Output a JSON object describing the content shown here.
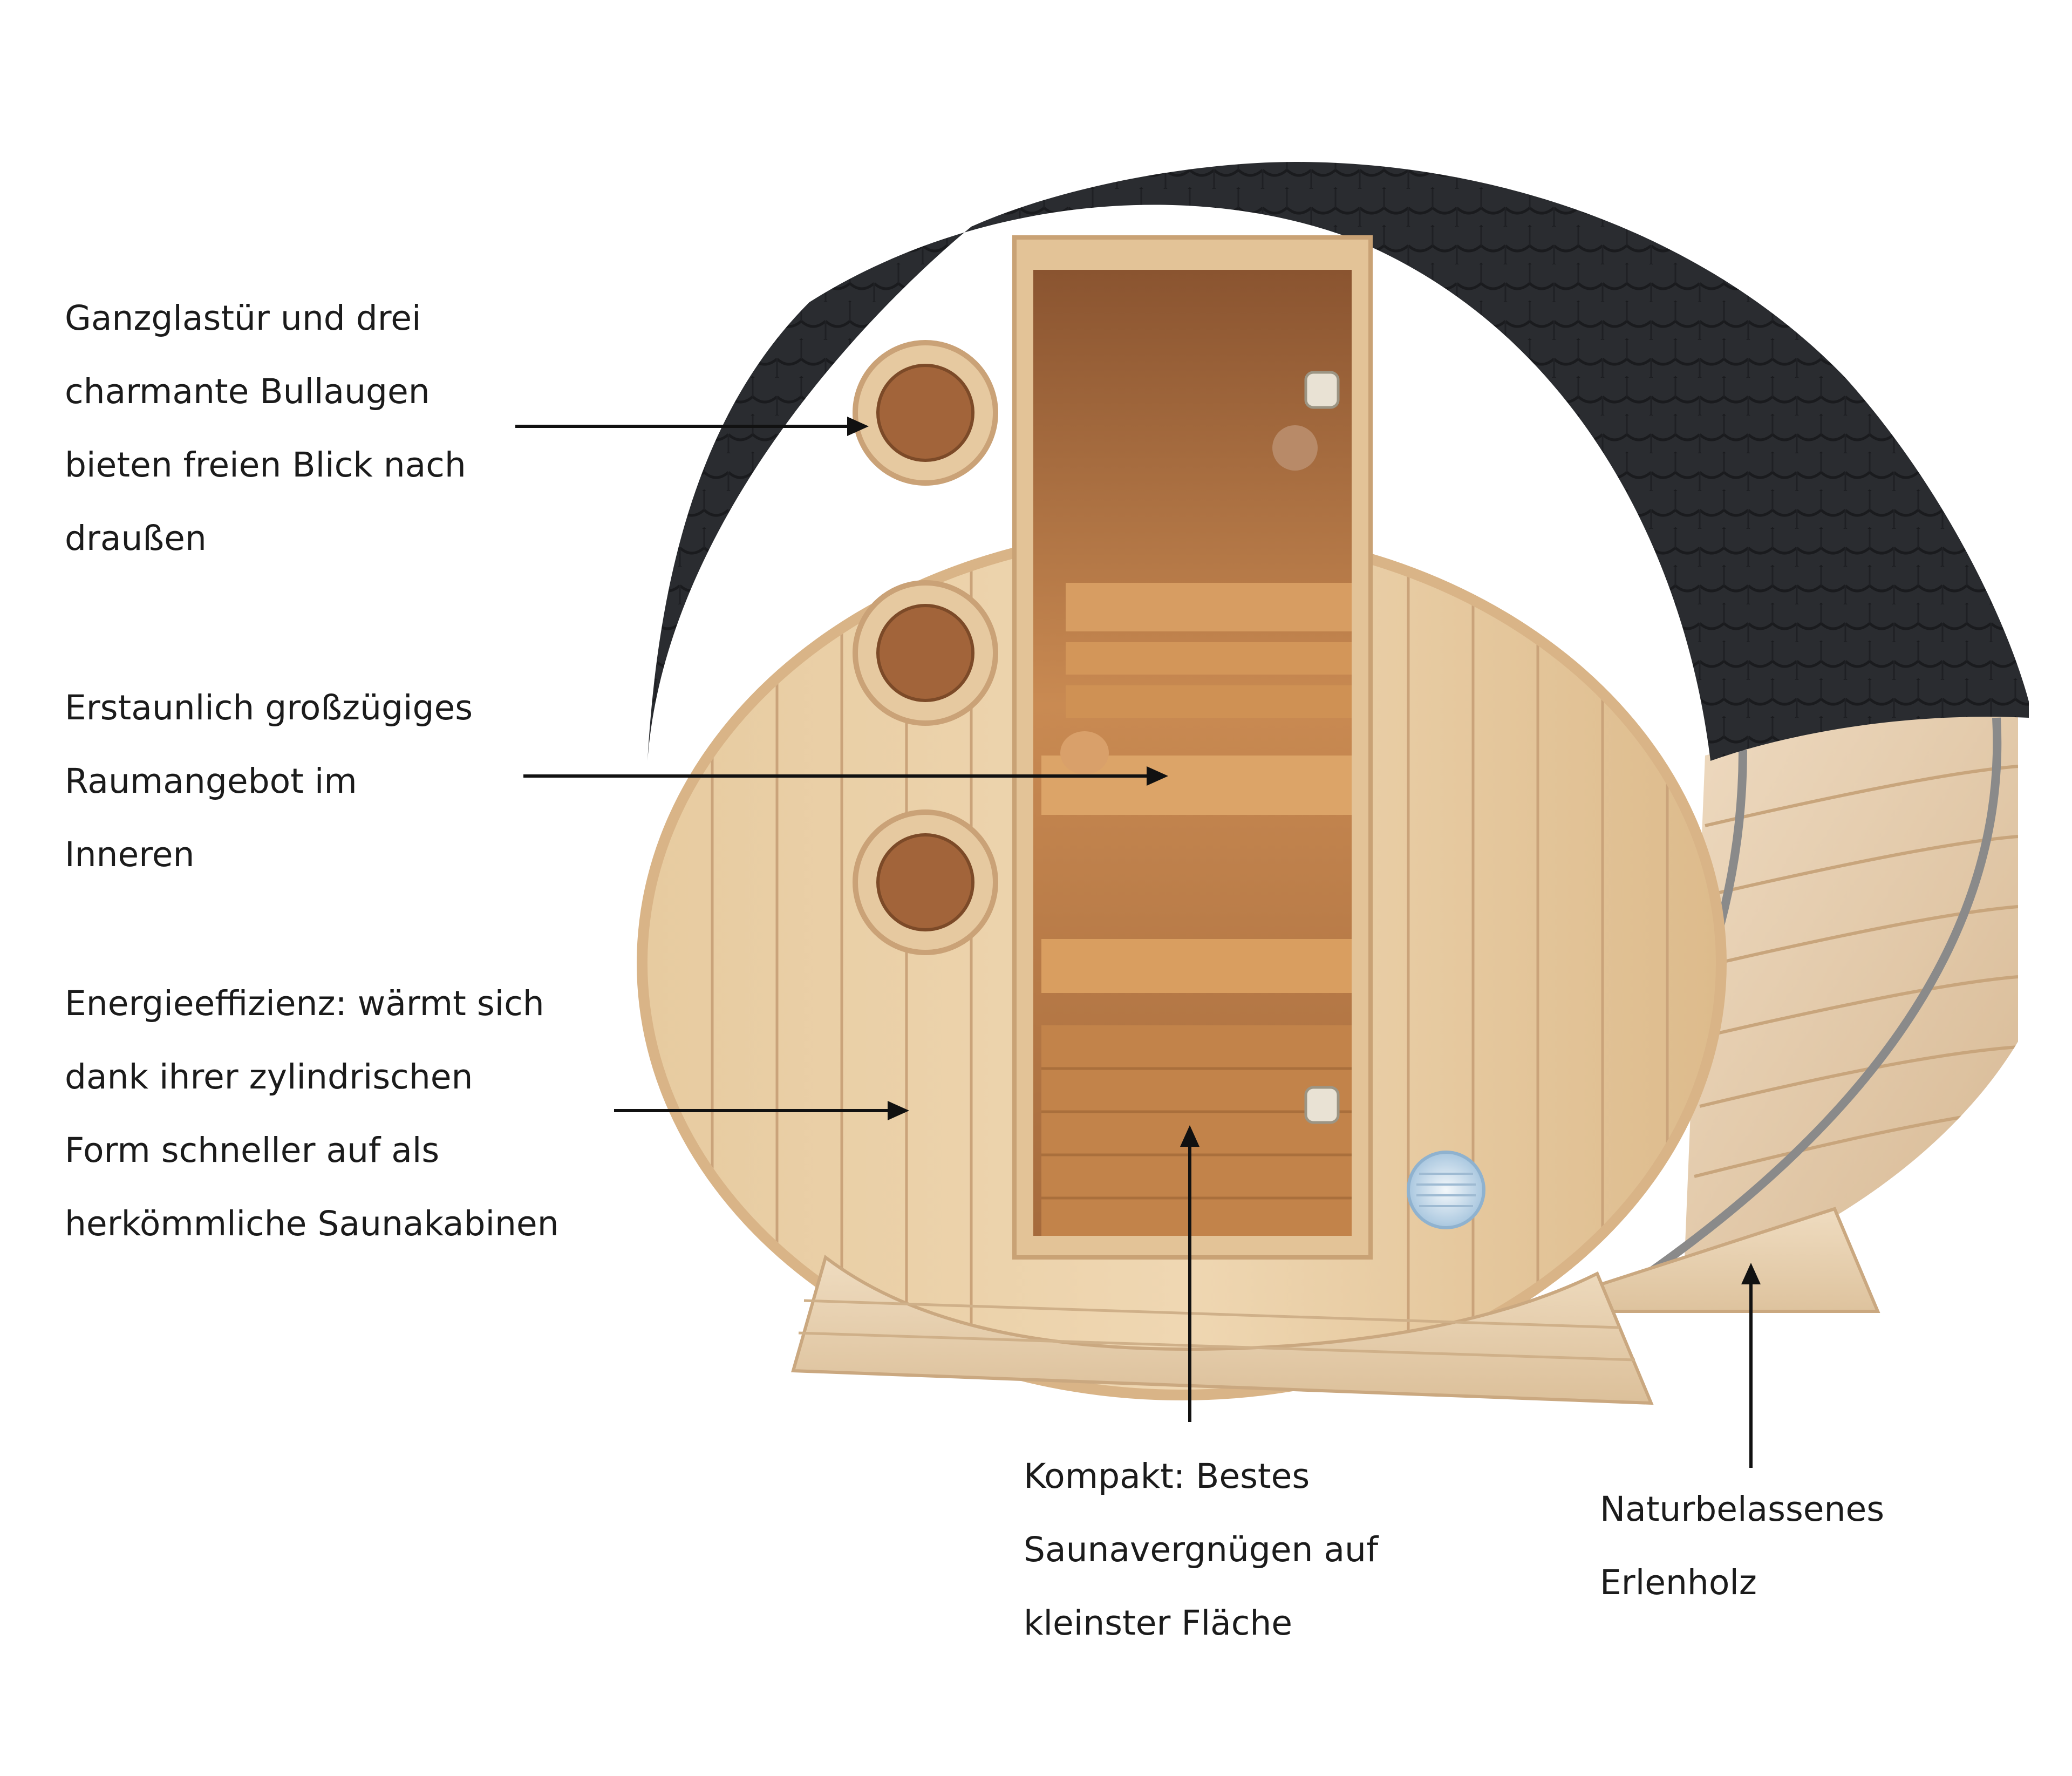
{
  "annotations": [
    {
      "id": "windows",
      "lines": [
        "Ganzglastür und drei",
        "charmante Bullaugen",
        "bieten freien Blick nach",
        "draußen"
      ]
    },
    {
      "id": "space",
      "lines": [
        "Erstaunlich großzügiges",
        "Raumangebot im",
        "Inneren"
      ]
    },
    {
      "id": "energy",
      "lines": [
        "Energieeffizienz: wärmt sich",
        "dank ihrer zylindrischen",
        "Form schneller auf als",
        "herkömmliche Saunakabinen"
      ]
    },
    {
      "id": "compact",
      "lines": [
        "Kompakt: Bestes",
        "Saunavergnügen auf",
        "kleinster Fläche"
      ]
    },
    {
      "id": "wood",
      "lines": [
        "Naturbelassenes",
        "Erlenholz"
      ]
    }
  ],
  "colors": {
    "wood_light": "#e9cfa6",
    "wood_mid": "#d9b386",
    "wood_dark": "#b98a5b",
    "roof": "#2b2d31",
    "interior": "#b7733f",
    "arrow": "#111111"
  }
}
